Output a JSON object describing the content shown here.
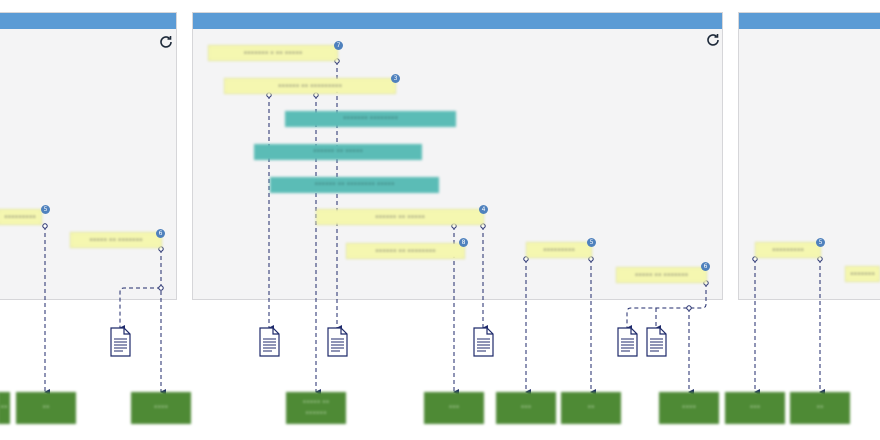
{
  "colors": {
    "panel_header": "#5b9bd5",
    "yellow_bar": "#f5f7b0",
    "teal_bar": "#5bbcb6",
    "target_box": "#4e8a35",
    "badge": "#4f81bd",
    "connector": "#1f2a6b"
  },
  "panels": [
    {
      "name": "left-panel",
      "refresh_icon": "refresh-icon"
    },
    {
      "name": "center-panel",
      "refresh_icon": "refresh-icon"
    },
    {
      "name": "right-panel"
    }
  ],
  "bars": [
    {
      "label": "•••••••••",
      "badge": "5"
    },
    {
      "label": "••••• •• •••••••",
      "badge": "6"
    },
    {
      "label": "••••••• • •• •••••",
      "badge": "7"
    },
    {
      "label": "•••••• •• •••••••••",
      "badge": "3"
    },
    {
      "label": "••••••• ••••••••"
    },
    {
      "label": "•••••• •• •••••"
    },
    {
      "label": "•••••• •• •••••••• •••••"
    },
    {
      "label": "•••••• •• •••••",
      "badge": "4"
    },
    {
      "label": "•••••• •• ••••••••",
      "badge": "8"
    },
    {
      "label": "•••••••••",
      "badge": "5"
    },
    {
      "label": "••••• •• •••••••",
      "badge": "6"
    },
    {
      "label": "•••••••••",
      "badge": "5"
    },
    {
      "label": "•••••••"
    }
  ],
  "targets": [
    {
      "label": "••"
    },
    {
      "label": "••"
    },
    {
      "label": "••••"
    },
    {
      "label": "••••• ••\n••••••"
    },
    {
      "label": "•••"
    },
    {
      "label": "•••"
    },
    {
      "label": "••"
    },
    {
      "label": "••••"
    },
    {
      "label": "•••"
    },
    {
      "label": "••"
    }
  ],
  "documents": [
    {
      "icon": "document-icon"
    },
    {
      "icon": "document-icon"
    },
    {
      "icon": "document-icon"
    },
    {
      "icon": "document-icon"
    },
    {
      "icon": "document-icon"
    },
    {
      "icon": "document-icon"
    }
  ]
}
